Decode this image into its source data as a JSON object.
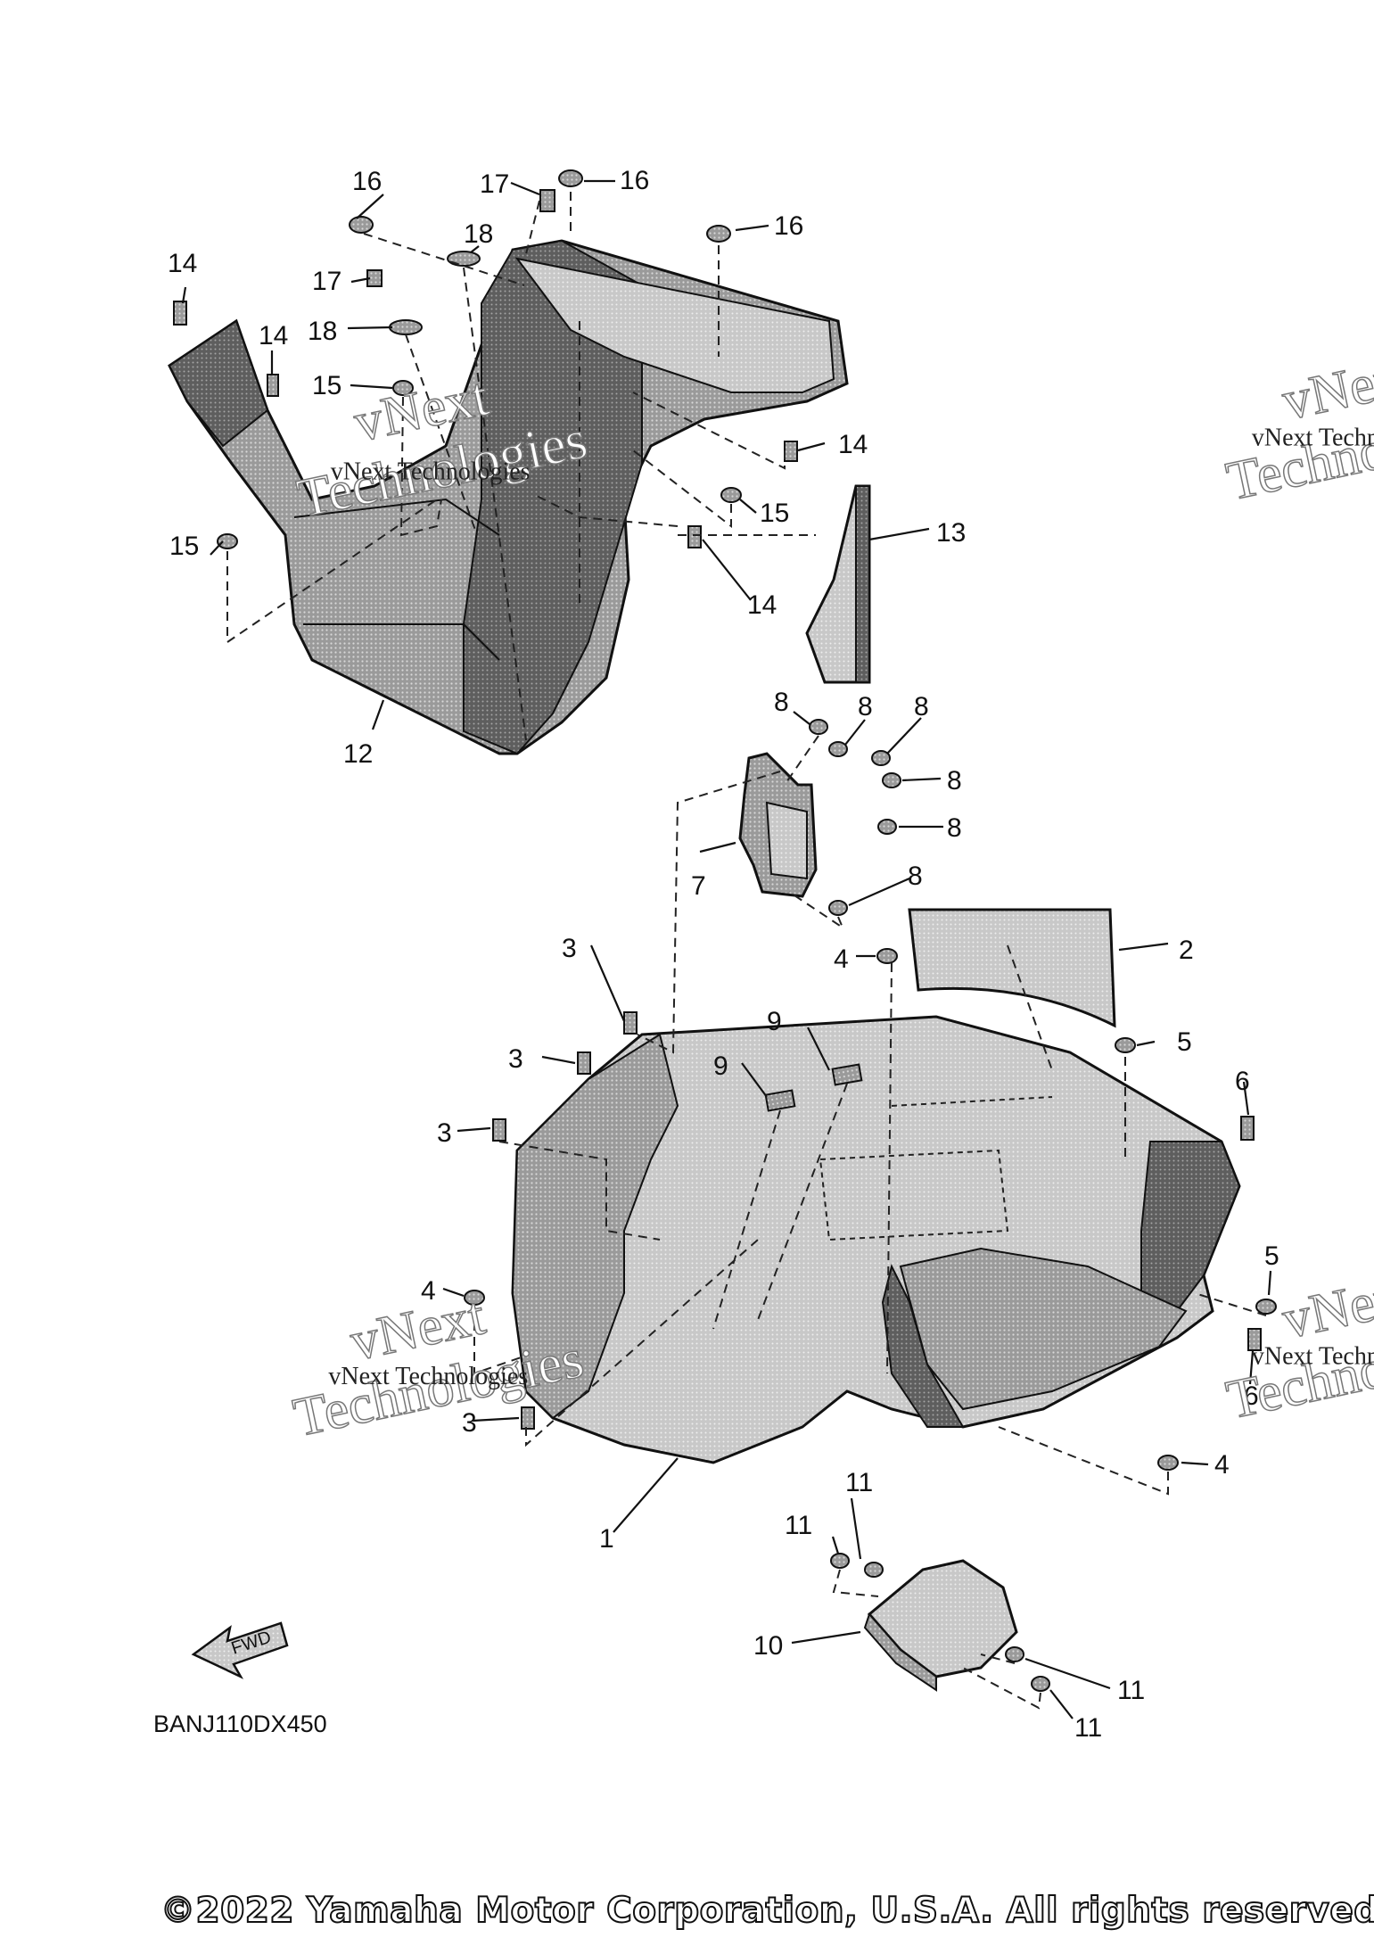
{
  "diagram": {
    "code": "BANJ110DX450",
    "copyright": "©2022 Yamaha Motor Corporation, U.S.A. All rights reserved.",
    "fwd_label": "FWD",
    "watermark": "vNext Technologies",
    "watermark_big_1": "vNext",
    "watermark_big_2": "Technologies",
    "part_numbers": [
      "1",
      "2",
      "3",
      "4",
      "5",
      "6",
      "7",
      "8",
      "9",
      "10",
      "11",
      "12",
      "13",
      "14",
      "15",
      "16",
      "17",
      "18"
    ]
  }
}
